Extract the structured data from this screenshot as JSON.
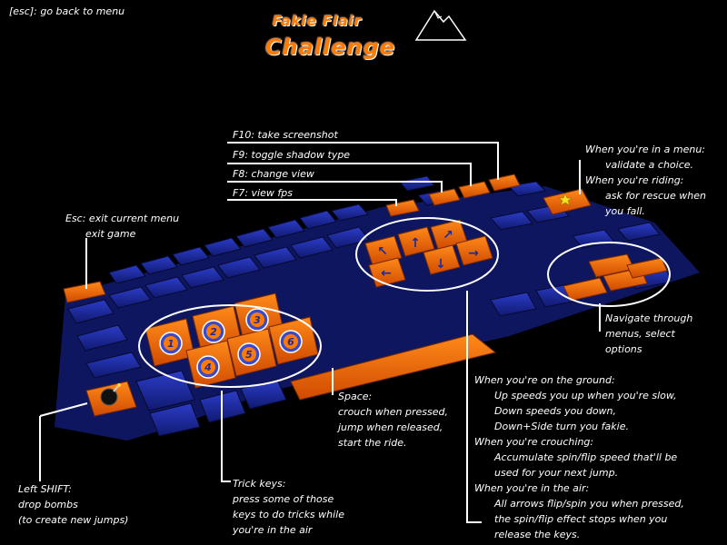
{
  "header": {
    "back_hint": "[esc]: go back to menu"
  },
  "logo": {
    "line1": "Fakie Flair",
    "line2": "Challenge"
  },
  "colors": {
    "key_blue": "#1c2a9a",
    "key_orange": "#ff6a00",
    "callout_line": "#ffffff",
    "background": "#000000"
  },
  "icons": {
    "bomb": "bomb-icon",
    "star": "star-icon",
    "trick": "trick-burst-icon",
    "arrow": "arrow-icon"
  },
  "labels": {
    "function_keys": [
      "F10: take screenshot",
      "F9: toggle shadow type",
      "F8: change view",
      "F7: view fps"
    ],
    "esc": [
      "Esc: exit current menu",
      "exit game"
    ],
    "enter": [
      "When you're in a menu:",
      "validate a choice.",
      "When you're riding:",
      "ask for rescue when",
      "you fall."
    ],
    "navigate": [
      "Navigate through",
      "menus, select",
      "options"
    ],
    "space": [
      "Space:",
      "crouch when pressed,",
      "jump when released,",
      "start the ride."
    ],
    "shift": [
      "Left SHIFT:",
      "drop bombs",
      "(to create new jumps)"
    ],
    "trick": [
      "Trick keys:",
      "press some of those",
      "keys to do tricks while",
      "you're in the air"
    ],
    "arrows_help": [
      "When you're on the ground:",
      "Up speeds you up when you're slow,",
      "Down speeds you down,",
      "Down+Side turn you fakie.",
      "When you're crouching:",
      "Accumulate spin/flip speed that'll be",
      "used for your next jump.",
      "When you're in the air:",
      "All arrows flip/spin you when pressed,",
      "the spin/flip effect stops when you",
      "release the keys."
    ]
  },
  "trick_keys": [
    "1",
    "2",
    "3",
    "4",
    "5",
    "6"
  ]
}
